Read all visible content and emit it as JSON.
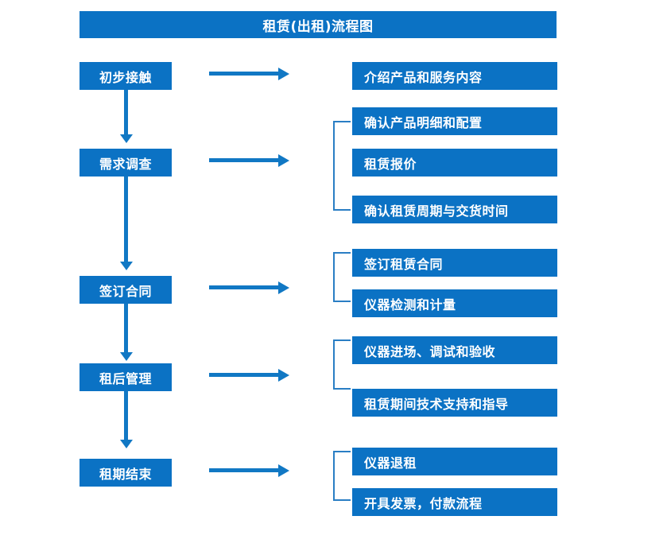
{
  "title": "租赁(出租)流程图",
  "accent_color": "#0b72c4",
  "connector_color": "#1178c4",
  "bracket_color": "#2a7ec4",
  "text_color": "#ffffff",
  "background_color": "#ffffff",
  "stages": [
    {
      "label": "初步接触"
    },
    {
      "label": "需求调查"
    },
    {
      "label": "签订合同"
    },
    {
      "label": "租后管理"
    },
    {
      "label": "租期结束"
    }
  ],
  "details": [
    {
      "label": "介绍产品和服务内容"
    },
    {
      "label": "确认产品明细和配置"
    },
    {
      "label": "租赁报价"
    },
    {
      "label": "确认租赁周期与交货时间"
    },
    {
      "label": "签订租赁合同"
    },
    {
      "label": "仪器检测和计量"
    },
    {
      "label": "仪器进场、调试和验收"
    },
    {
      "label": "租赁期间技术支持和指导"
    },
    {
      "label": "仪器退租"
    },
    {
      "label": "开具发票，付款流程"
    }
  ],
  "groups": [
    {
      "stage": "初步接触",
      "details": [
        "介绍产品和服务内容"
      ],
      "bracketed": false
    },
    {
      "stage": "需求调查",
      "details": [
        "确认产品明细和配置",
        "租赁报价",
        "确认租赁周期与交货时间"
      ],
      "bracketed": true
    },
    {
      "stage": "签订合同",
      "details": [
        "签订租赁合同",
        "仪器检测和计量"
      ],
      "bracketed": true
    },
    {
      "stage": "租后管理",
      "details": [
        "仪器进场、调试和验收",
        "租赁期间技术支持和指导"
      ],
      "bracketed": true
    },
    {
      "stage": "租期结束",
      "details": [
        "仪器退租",
        "开具发票，付款流程"
      ],
      "bracketed": true
    }
  ]
}
